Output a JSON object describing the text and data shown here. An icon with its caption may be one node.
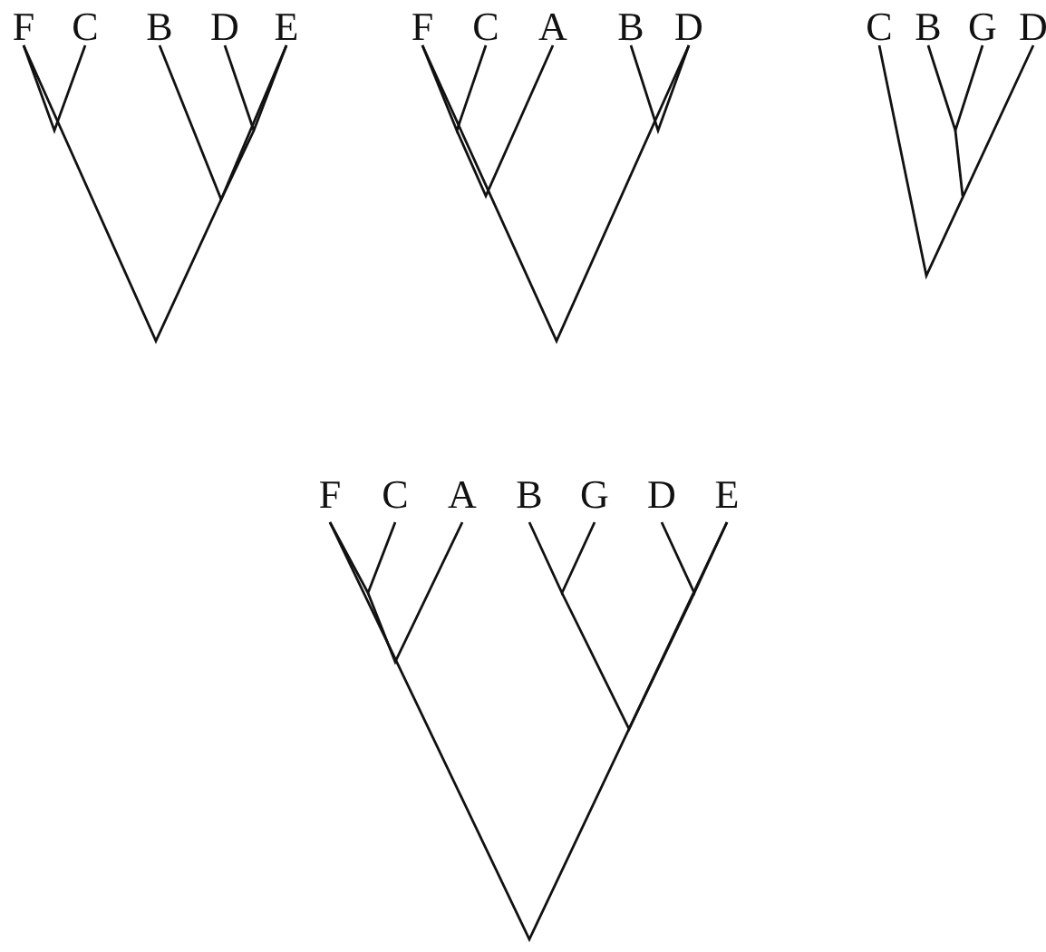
{
  "diagram": {
    "labels": [
      "F",
      "C",
      "B",
      "D",
      "E",
      "F",
      "C",
      "A",
      "B",
      "D",
      "C",
      "B",
      "G",
      "D",
      "F",
      "C",
      "A",
      "B",
      "G",
      "D",
      "E"
    ]
  }
}
